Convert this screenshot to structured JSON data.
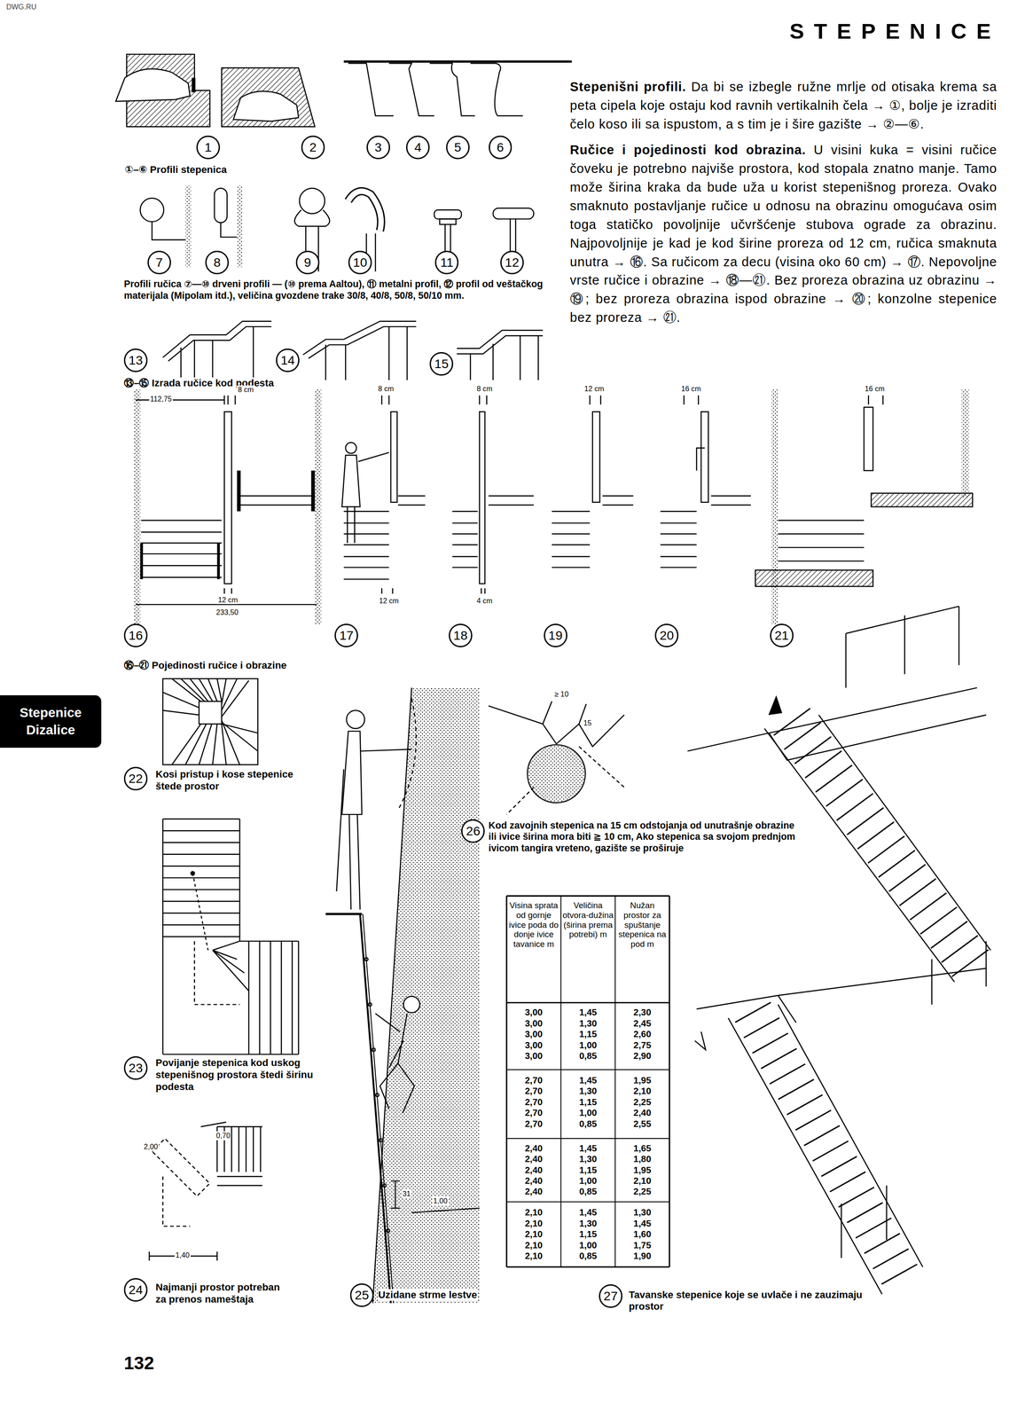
{
  "diagram": {
    "title": "STEPENICE",
    "nodes": [
      {
        "text": [
          "1"
        ]
      },
      {
        "text": [
          "2"
        ]
      },
      {
        "text": [
          "3"
        ]
      },
      {
        "text": [
          "4"
        ]
      },
      {
        "text": [
          "5"
        ]
      },
      {
        "text": [
          "6"
        ]
      },
      {
        "text": [
          "7"
        ]
      },
      {
        "text": [
          "8"
        ]
      },
      {
        "text": [
          "9"
        ]
      },
      {
        "text": [
          "10"
        ]
      },
      {
        "text": [
          "11"
        ]
      },
      {
        "text": [
          "12"
        ]
      },
      {
        "text": [
          "13"
        ]
      },
      {
        "text": [
          "14"
        ]
      },
      {
        "text": [
          "15"
        ]
      },
      {
        "text": [
          "16"
        ]
      },
      {
        "text": [
          "17"
        ]
      },
      {
        "text": [
          "18"
        ]
      },
      {
        "text": [
          "19"
        ]
      },
      {
        "text": [
          "20"
        ]
      },
      {
        "text": [
          "21"
        ]
      },
      {
        "text": [
          "Stepenice Dizalice"
        ]
      },
      {
        "text": [
          "22"
        ]
      },
      {
        "text": [
          "23"
        ]
      },
      {
        "text": [
          "24"
        ]
      },
      {
        "text": [
          "25"
        ]
      },
      {
        "text": [
          "26"
        ]
      },
      {
        "text": [
          "27"
        ]
      }
    ],
    "labels": [
      "DWG.RU",
      "Stepenišni profili.",
      "Da bi se izbegle ružne mrlje od otisaka krema sa peta cipela koje ostaju kod ravnih vertikalnih čela → ①, bolje je izraditi čelo koso ili sa ispustom, a s tim je i šire gazište → ②—⑥.",
      "Ručice i pojedinosti kod obrazina.",
      "U visini kuka = visini ručice čoveku je potrebno najviše prostora, kod stopala znatno manje. Tamo može širina kraka da bude uža u korist stepenišnog proreza. Ovako smaknuto postavljanje ručice u odnosu na obrazinu omogućava osim toga statičko povoljnije učvršćenje stubova ograde za obrazinu. Najpovoljnije je kad je kod širine proreza od 12 cm, ručica smaknuta unutra → ⑯. Sa ručicom za decu (visina oko 60 cm) → ⑰. Nepovoljne vrste ručice i obrazine → ⑱—㉑. Bez proreza obrazina uz obrazinu → ⑲; bez proreza obrazina ispod obrazine → ⑳; konzolne stepenice bez proreza → ㉑.",
      "①–⑥ Profili stepenica",
      "Profili ručica ⑦—⑩ drveni profili — (⑩ prema Aaltou), ⑪ metalni profil, ⑫ profil od veštačkog materijala (Mipolam itd.), veličina gvozdene trake 30/8, 40/8, 50/8, 50/10 mm.",
      "⑬–⑮ Izrada ručice kod podesta",
      "112,75",
      "8 cm",
      "12 cm",
      "233,50",
      "8 cm",
      "12 cm",
      "8 cm",
      "4 cm",
      "12 cm",
      "16 cm",
      "16 cm",
      "⑯–㉑ Pojedinosti ručice i obrazine",
      "Kosi pristup i kose stepenice štede prostor",
      "Povijanje stepenica kod uskog stepenišnog prostora štedi širinu podesta",
      "2,00",
      "0,70",
      "1,40",
      "Najmanji prostor potreban za prenos nameštaja",
      "31",
      "1,00",
      "Uzidane strme lestve",
      "≥ 10",
      "15",
      "Kod zavojnih stepenica na 15 cm odstojanja od unutrašnje obrazine ili ivice širina mora biti ≧ 10 cm, Ako stepenica sa svojom prednjom ivicom tangira vreteno, gazište se proširuje",
      "Visina sprata od gornje ivice poda do donje ivice tavanice m",
      "Veličina otvora-dužina (širina prema potrebi) m",
      "Nužan prostor za spuštanje stepenica na pod m",
      "3,00",
      "1,45",
      "2,30",
      "3,00",
      "1,30",
      "2,45",
      "3,00",
      "1,15",
      "2,60",
      "3,00",
      "1,00",
      "2,75",
      "3,00",
      "0,85",
      "2,90",
      "2,70",
      "1,45",
      "1,95",
      "2,70",
      "1,30",
      "2,10",
      "2,70",
      "1,15",
      "2,25",
      "2,70",
      "1,00",
      "2,40",
      "2,70",
      "0,85",
      "2,55",
      "2,40",
      "1,45",
      "1,65",
      "2,40",
      "1,30",
      "1,80",
      "2,40",
      "1,15",
      "1,95",
      "2,40",
      "1,00",
      "2,10",
      "2,40",
      "0,85",
      "2,25",
      "2,10",
      "1,45",
      "1,30",
      "2,10",
      "1,30",
      "1,45",
      "2,10",
      "1,15",
      "1,60",
      "2,10",
      "1,00",
      "1,75",
      "2,10",
      "0,85",
      "1,90",
      "Tavanske stepenice koje se uvlače i ne zauzimaju prostor",
      "132"
    ]
  }
}
